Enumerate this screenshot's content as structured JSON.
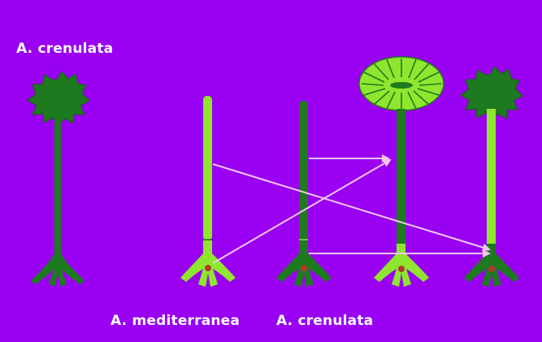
{
  "title": "A. crenulata",
  "bottom_labels": {
    "left": "A. mediterranea",
    "right": "A. crenulata"
  },
  "colors": {
    "background": "#9a00f2",
    "dark_green": "#1e7a1e",
    "light_green": "#8fe62e",
    "arrow": "#f2c6f2",
    "nucleus": "#b23a2a"
  },
  "figures": [
    "crenulata-whole",
    "mediterranea-stalk-with-rhizoid",
    "crenulata-stalk-with-rhizoid",
    "graft-regenerated-mediterranea-cap",
    "graft-regenerated-crenulata-cap"
  ]
}
